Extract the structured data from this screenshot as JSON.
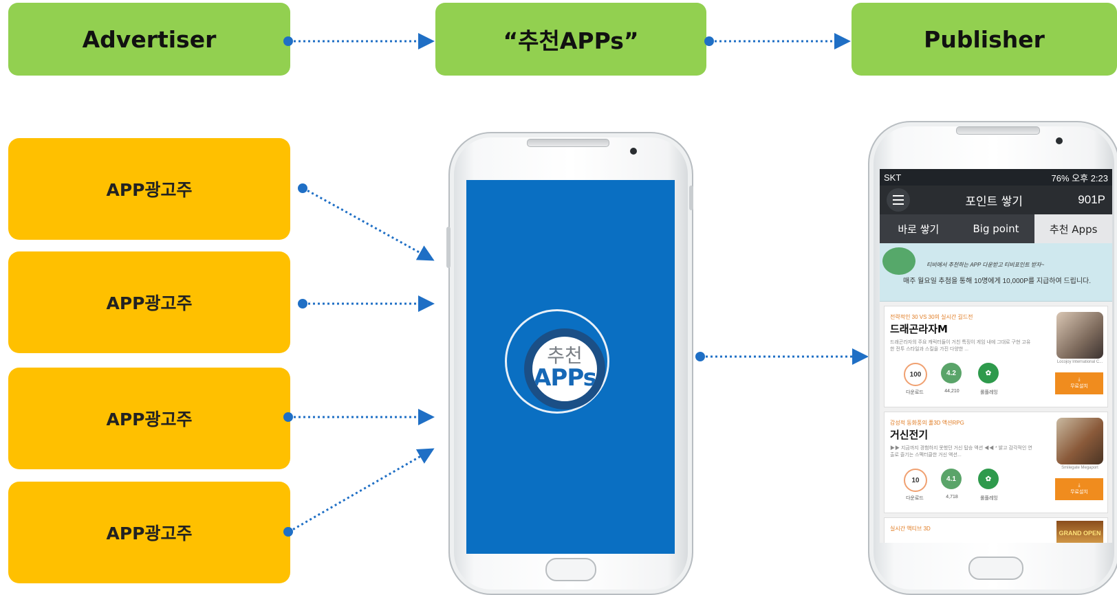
{
  "top_boxes": {
    "advertiser": "Advertiser",
    "middle": "“추천APPs”",
    "publisher": "Publisher"
  },
  "advertisers": [
    "APP광고주",
    "APP광고주",
    "APP광고주",
    "APP광고주"
  ],
  "center_phone": {
    "logo_top": "추천",
    "logo_bottom": "APPs"
  },
  "publisher_phone": {
    "status_left": "SKT",
    "status_right": "76% 오후 2:23",
    "title": "포인트 쌓기",
    "points": "901P",
    "tabs": [
      "바로 쌓기",
      "Big point",
      "추천 Apps"
    ],
    "banner_line1": "티비에서 추천하는 APP 다운받고 티비포인트 받자~",
    "banner_line2": "매주 월요일 추첨을 통해 10명에게 10,000P를 지급하여 드립니다.",
    "apps": [
      {
        "tagline": "전략적인 30 VS 30의 실시간 길드전",
        "name": "드래곤라자M",
        "desc": "드래곤라자의 주요 캐릭터들이 거친 특징이 게임 내에 그대로 구현 고유한 전투 스타일과 스킬을 가진 다양한 ...",
        "downloads": "100",
        "rating": "4.2",
        "rating_count": "44,210",
        "download_label": "다운로드",
        "store_label": "롤플레잉",
        "publisher": "Locojoy International C...",
        "button": "무료설치"
      },
      {
        "tagline": "감성적 동화풍의 풀3D 액션RPG",
        "name": "거신전기",
        "desc": "▶▶ 지금까지 경험하지 못했던 거신 탑승 액션 ◀◀ * 밝고 감각적인 연출로 즐기는 스펙터클한 거신 액션...",
        "downloads": "10",
        "rating": "4.1",
        "rating_count": "4,718",
        "download_label": "다운로드",
        "store_label": "롤플레잉",
        "publisher": "Smilegate Megaport",
        "button": "무료설치"
      }
    ],
    "third_tag": "실시간 액티브 3D",
    "third_banner": "GRAND OPEN"
  },
  "colors": {
    "green": "#92d050",
    "yellow": "#ffc000",
    "arrow": "#1f6fc5",
    "screen_blue": "#0a6fc2"
  }
}
